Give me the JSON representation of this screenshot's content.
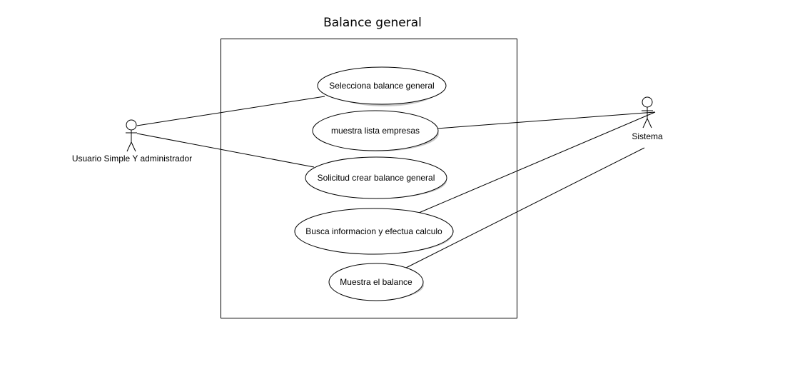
{
  "diagram": {
    "type": "uml-use-case",
    "title": "Balance general",
    "actors": [
      {
        "id": "usuario",
        "label": "Usuario Simple Y administrador"
      },
      {
        "id": "sistema",
        "label": "Sistema"
      }
    ],
    "use_cases": [
      {
        "id": "uc1",
        "label": "Selecciona balance general"
      },
      {
        "id": "uc2",
        "label": "muestra lista empresas"
      },
      {
        "id": "uc3",
        "label": "Solicitud crear balance general"
      },
      {
        "id": "uc4",
        "label": "Busca informacion y efectua calculo"
      },
      {
        "id": "uc5",
        "label": "Muestra el balance"
      }
    ],
    "associations": [
      {
        "from": "usuario",
        "to": "uc1"
      },
      {
        "from": "usuario",
        "to": "uc3"
      },
      {
        "from": "sistema",
        "to": "uc2"
      },
      {
        "from": "sistema",
        "to": "uc4"
      },
      {
        "from": "sistema",
        "to": "uc5"
      }
    ]
  }
}
